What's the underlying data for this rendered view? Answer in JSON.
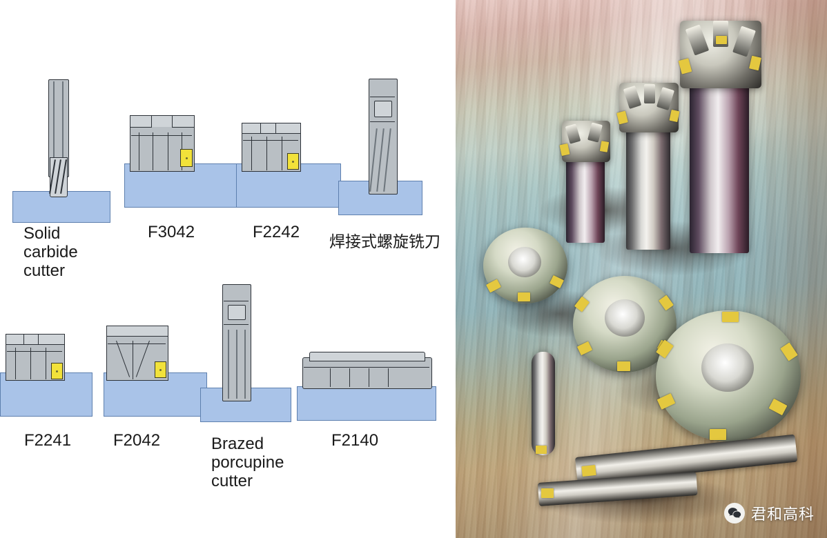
{
  "diagram": {
    "title_alt": "Milling cutter types diagram",
    "items": [
      {
        "id": "solid-carbide-cutter",
        "caption": "Solid\ncarbide\ncutter"
      },
      {
        "id": "f3042",
        "caption": "F3042"
      },
      {
        "id": "f2242",
        "caption": "F2242"
      },
      {
        "id": "welded-helical-mill",
        "caption": "焊接式螺旋铣刀"
      },
      {
        "id": "f2241",
        "caption": "F2241"
      },
      {
        "id": "f2042",
        "caption": "F2042"
      },
      {
        "id": "brazed-porcupine-cutter",
        "caption": "Brazed\nporcupine\ncutter"
      },
      {
        "id": "f2140",
        "caption": "F2140"
      }
    ],
    "colors": {
      "workpiece": "#a9c3e8",
      "tool_body": "#b9bfc4",
      "insert": "#f2e23a",
      "outline": "#2d3238",
      "caption_text": "#1a1a1a"
    }
  },
  "photo": {
    "description": "Photograph of indexable milling cutters and side-and-face cutters on a wooden bench",
    "watermark": {
      "text": "君和高科",
      "icon": "wechat-icon",
      "color": "#ffffff"
    }
  }
}
